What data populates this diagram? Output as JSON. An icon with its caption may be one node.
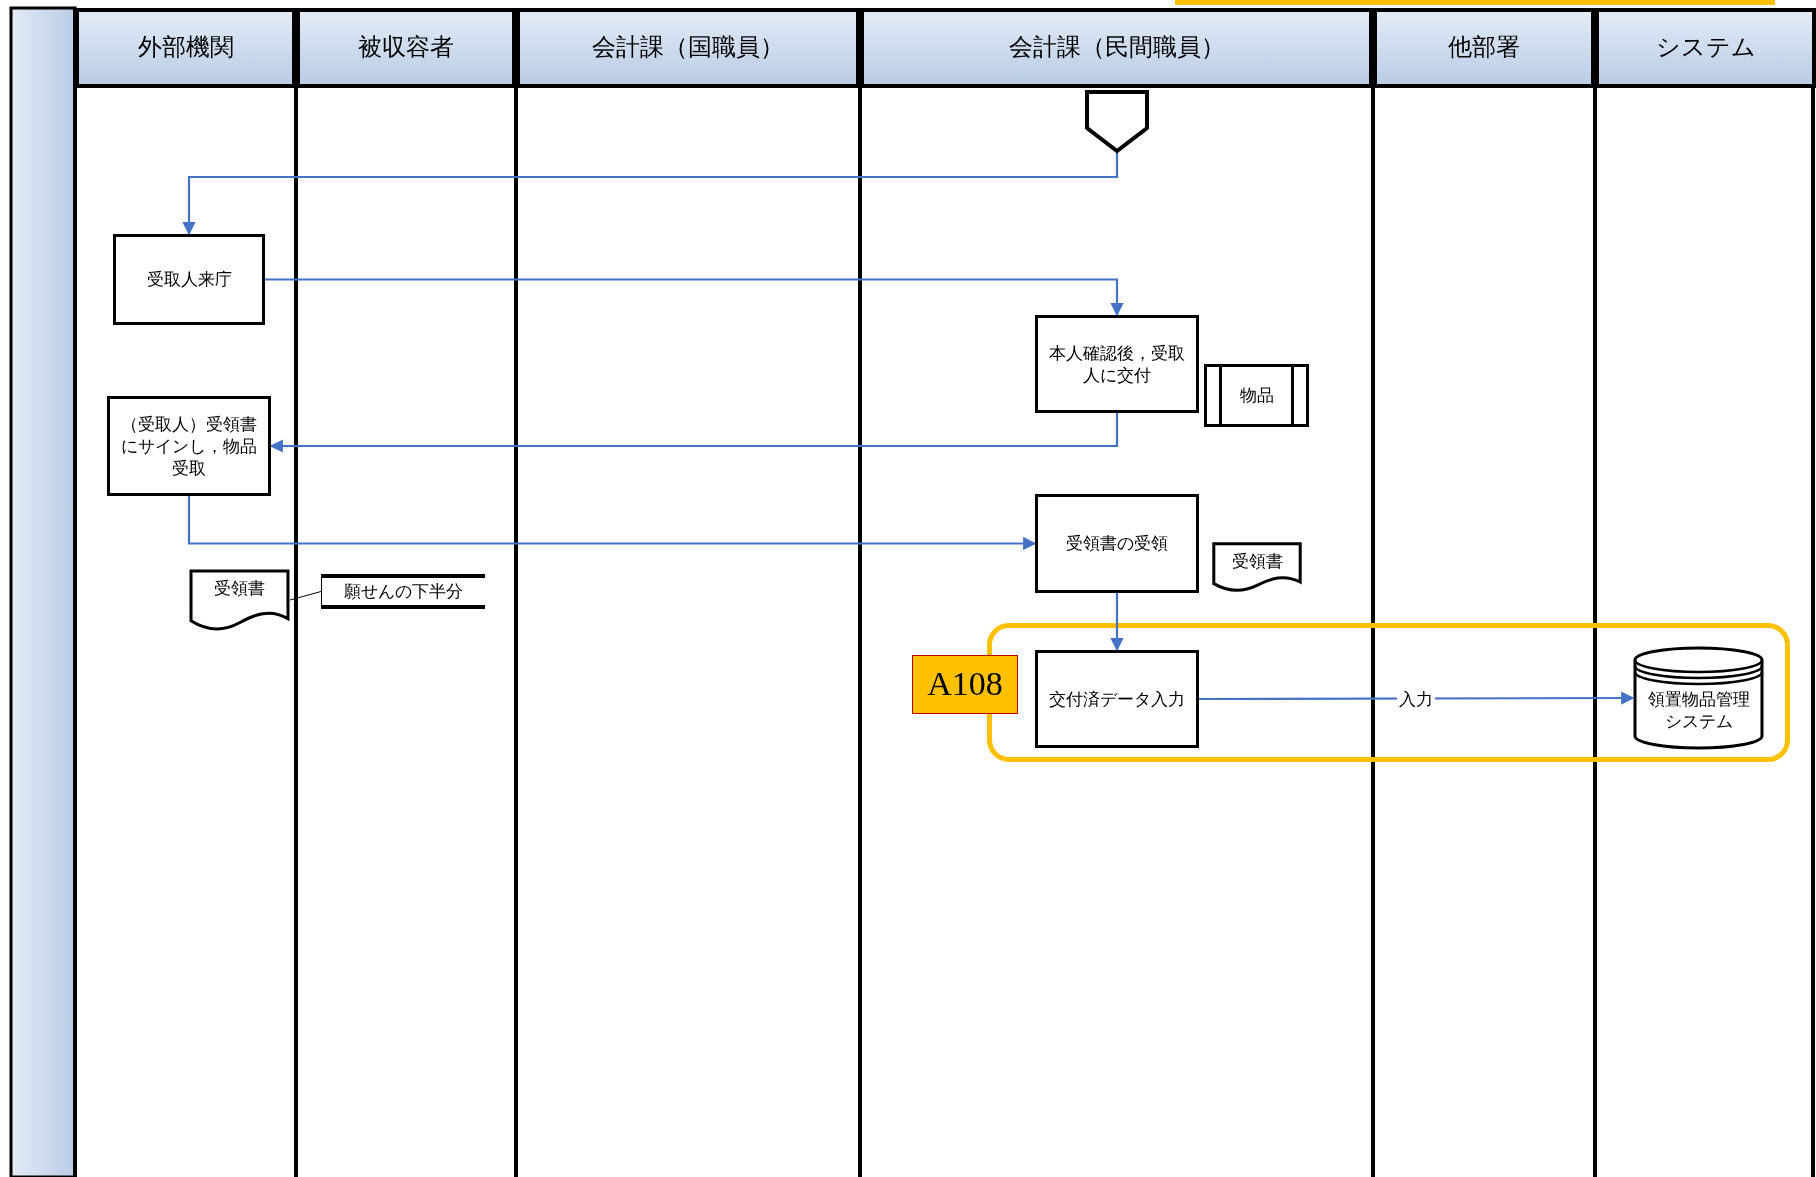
{
  "diagram": {
    "nodes": [
      {
        "text": [
          "外部機関"
        ]
      },
      {
        "text": [
          "被収容者"
        ]
      },
      {
        "text": [
          "会計課（国職員）"
        ]
      },
      {
        "text": [
          "会計課（民間職員）"
        ]
      },
      {
        "text": [
          "他部署"
        ]
      },
      {
        "text": [
          "システム"
        ]
      },
      {
        "text": [],
        "shape": "pentagon"
      },
      {
        "text": [
          "受取人来庁"
        ]
      },
      {
        "text": [
          "本人確認後，受取人に交付"
        ]
      },
      {
        "text": [
          "物品"
        ]
      },
      {
        "text": [
          "（受取人）受領書にサインし，物品受取"
        ]
      },
      {
        "text": [
          "受領書の受領"
        ]
      },
      {
        "text": [
          "受領書"
        ]
      },
      {
        "text": [
          "受領書"
        ]
      },
      {
        "text": [
          "願せんの下半分"
        ]
      },
      {
        "text": [],
        "shape": "box"
      },
      {
        "text": [
          "交付済データ入力"
        ],
        "in": 15
      },
      {
        "text": [
          "領置物品管理システム"
        ],
        "in": 15
      },
      {
        "text": [
          "A108"
        ]
      }
    ],
    "edges": [
      {
        "from": 6,
        "to": 7,
        "arrow": "to"
      },
      {
        "from": 7,
        "to": 8,
        "arrow": "to"
      },
      {
        "from": 8,
        "to": 10,
        "arrow": "to"
      },
      {
        "from": 10,
        "to": 11,
        "arrow": "to"
      },
      {
        "from": 11,
        "to": 16,
        "arrow": "to"
      },
      {
        "from": 16,
        "to": 17,
        "arrow": "to",
        "label": "入力"
      },
      {
        "from": 13,
        "to": 14,
        "arrow": "none",
        "color": "#000000"
      }
    ]
  }
}
